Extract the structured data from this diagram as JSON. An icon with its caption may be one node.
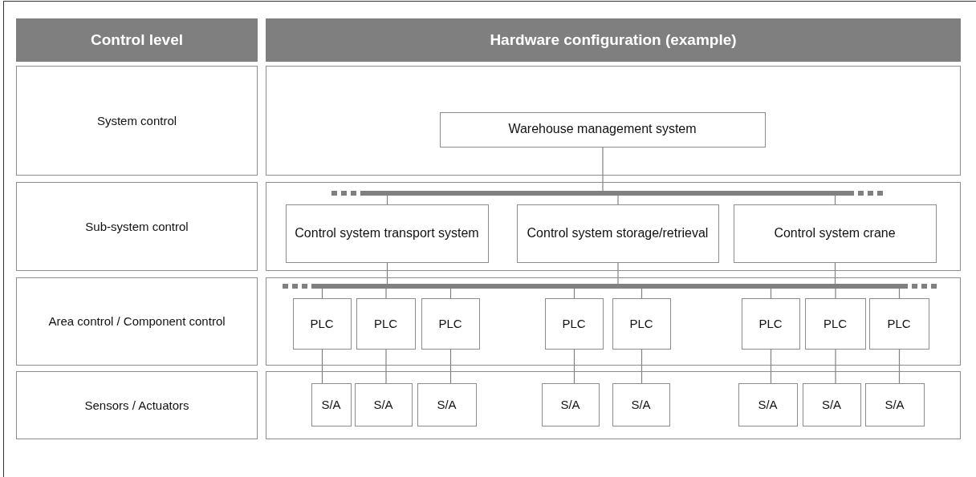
{
  "diagram": {
    "nodes": [
      {
        "text": [
          "Control level"
        ]
      },
      {
        "text": [
          "Hardware configuration (example)"
        ]
      },
      {
        "text": [
          "System control"
        ]
      },
      {
        "text": [],
        "shape": "box"
      },
      {
        "text": [
          "Warehouse management system"
        ],
        "in": 3
      },
      {
        "text": [
          "Sub-system control"
        ]
      },
      {
        "text": [],
        "shape": "box"
      },
      {
        "text": [],
        "shape": "bar",
        "in": 6
      },
      {
        "text": [
          "Control system transport system"
        ],
        "in": 6
      },
      {
        "text": [
          "Control system storage/retrieval"
        ],
        "in": 6
      },
      {
        "text": [
          "Control system crane"
        ],
        "in": 6
      },
      {
        "text": [
          "Area control / Component control"
        ]
      },
      {
        "text": [],
        "shape": "box"
      },
      {
        "text": [],
        "shape": "bar",
        "in": 12
      },
      {
        "text": [
          "PLC"
        ],
        "in": 12
      },
      {
        "text": [
          "PLC"
        ],
        "in": 12
      },
      {
        "text": [
          "PLC"
        ],
        "in": 12
      },
      {
        "text": [
          "PLC"
        ],
        "in": 12
      },
      {
        "text": [
          "PLC"
        ],
        "in": 12
      },
      {
        "text": [
          "PLC"
        ],
        "in": 12
      },
      {
        "text": [
          "PLC"
        ],
        "in": 12
      },
      {
        "text": [
          "PLC"
        ],
        "in": 12
      },
      {
        "text": [
          "Sensors / Actuators"
        ]
      },
      {
        "text": [],
        "shape": "box"
      },
      {
        "text": [
          "S/A"
        ],
        "in": 23
      },
      {
        "text": [
          "S/A"
        ],
        "in": 23
      },
      {
        "text": [
          "S/A"
        ],
        "in": 23
      },
      {
        "text": [
          "S/A"
        ],
        "in": 23
      },
      {
        "text": [
          "S/A"
        ],
        "in": 23
      },
      {
        "text": [
          "S/A"
        ],
        "in": 23
      },
      {
        "text": [
          "S/A"
        ],
        "in": 23
      },
      {
        "text": [
          "S/A"
        ],
        "in": 23
      }
    ],
    "edges": [
      {
        "from": 4,
        "to": 7,
        "arrow": "none"
      },
      {
        "from": 7,
        "to": 8,
        "arrow": "none"
      },
      {
        "from": 7,
        "to": 9,
        "arrow": "none"
      },
      {
        "from": 7,
        "to": 10,
        "arrow": "none"
      },
      {
        "from": 8,
        "to": 13,
        "arrow": "none"
      },
      {
        "from": 9,
        "to": 13,
        "arrow": "none"
      },
      {
        "from": 10,
        "to": 13,
        "arrow": "none"
      },
      {
        "from": 13,
        "to": 14,
        "arrow": "none"
      },
      {
        "from": 13,
        "to": 15,
        "arrow": "none"
      },
      {
        "from": 13,
        "to": 16,
        "arrow": "none"
      },
      {
        "from": 13,
        "to": 17,
        "arrow": "none"
      },
      {
        "from": 13,
        "to": 18,
        "arrow": "none"
      },
      {
        "from": 13,
        "to": 19,
        "arrow": "none"
      },
      {
        "from": 13,
        "to": 20,
        "arrow": "none"
      },
      {
        "from": 13,
        "to": 21,
        "arrow": "none"
      },
      {
        "from": 14,
        "to": 24,
        "arrow": "none"
      },
      {
        "from": 15,
        "to": 25,
        "arrow": "none"
      },
      {
        "from": 16,
        "to": 26,
        "arrow": "none"
      },
      {
        "from": 17,
        "to": 27,
        "arrow": "none"
      },
      {
        "from": 18,
        "to": 28,
        "arrow": "none"
      },
      {
        "from": 19,
        "to": 29,
        "arrow": "none"
      },
      {
        "from": 20,
        "to": 30,
        "arrow": "none"
      },
      {
        "from": 21,
        "to": 31,
        "arrow": "none"
      }
    ]
  }
}
